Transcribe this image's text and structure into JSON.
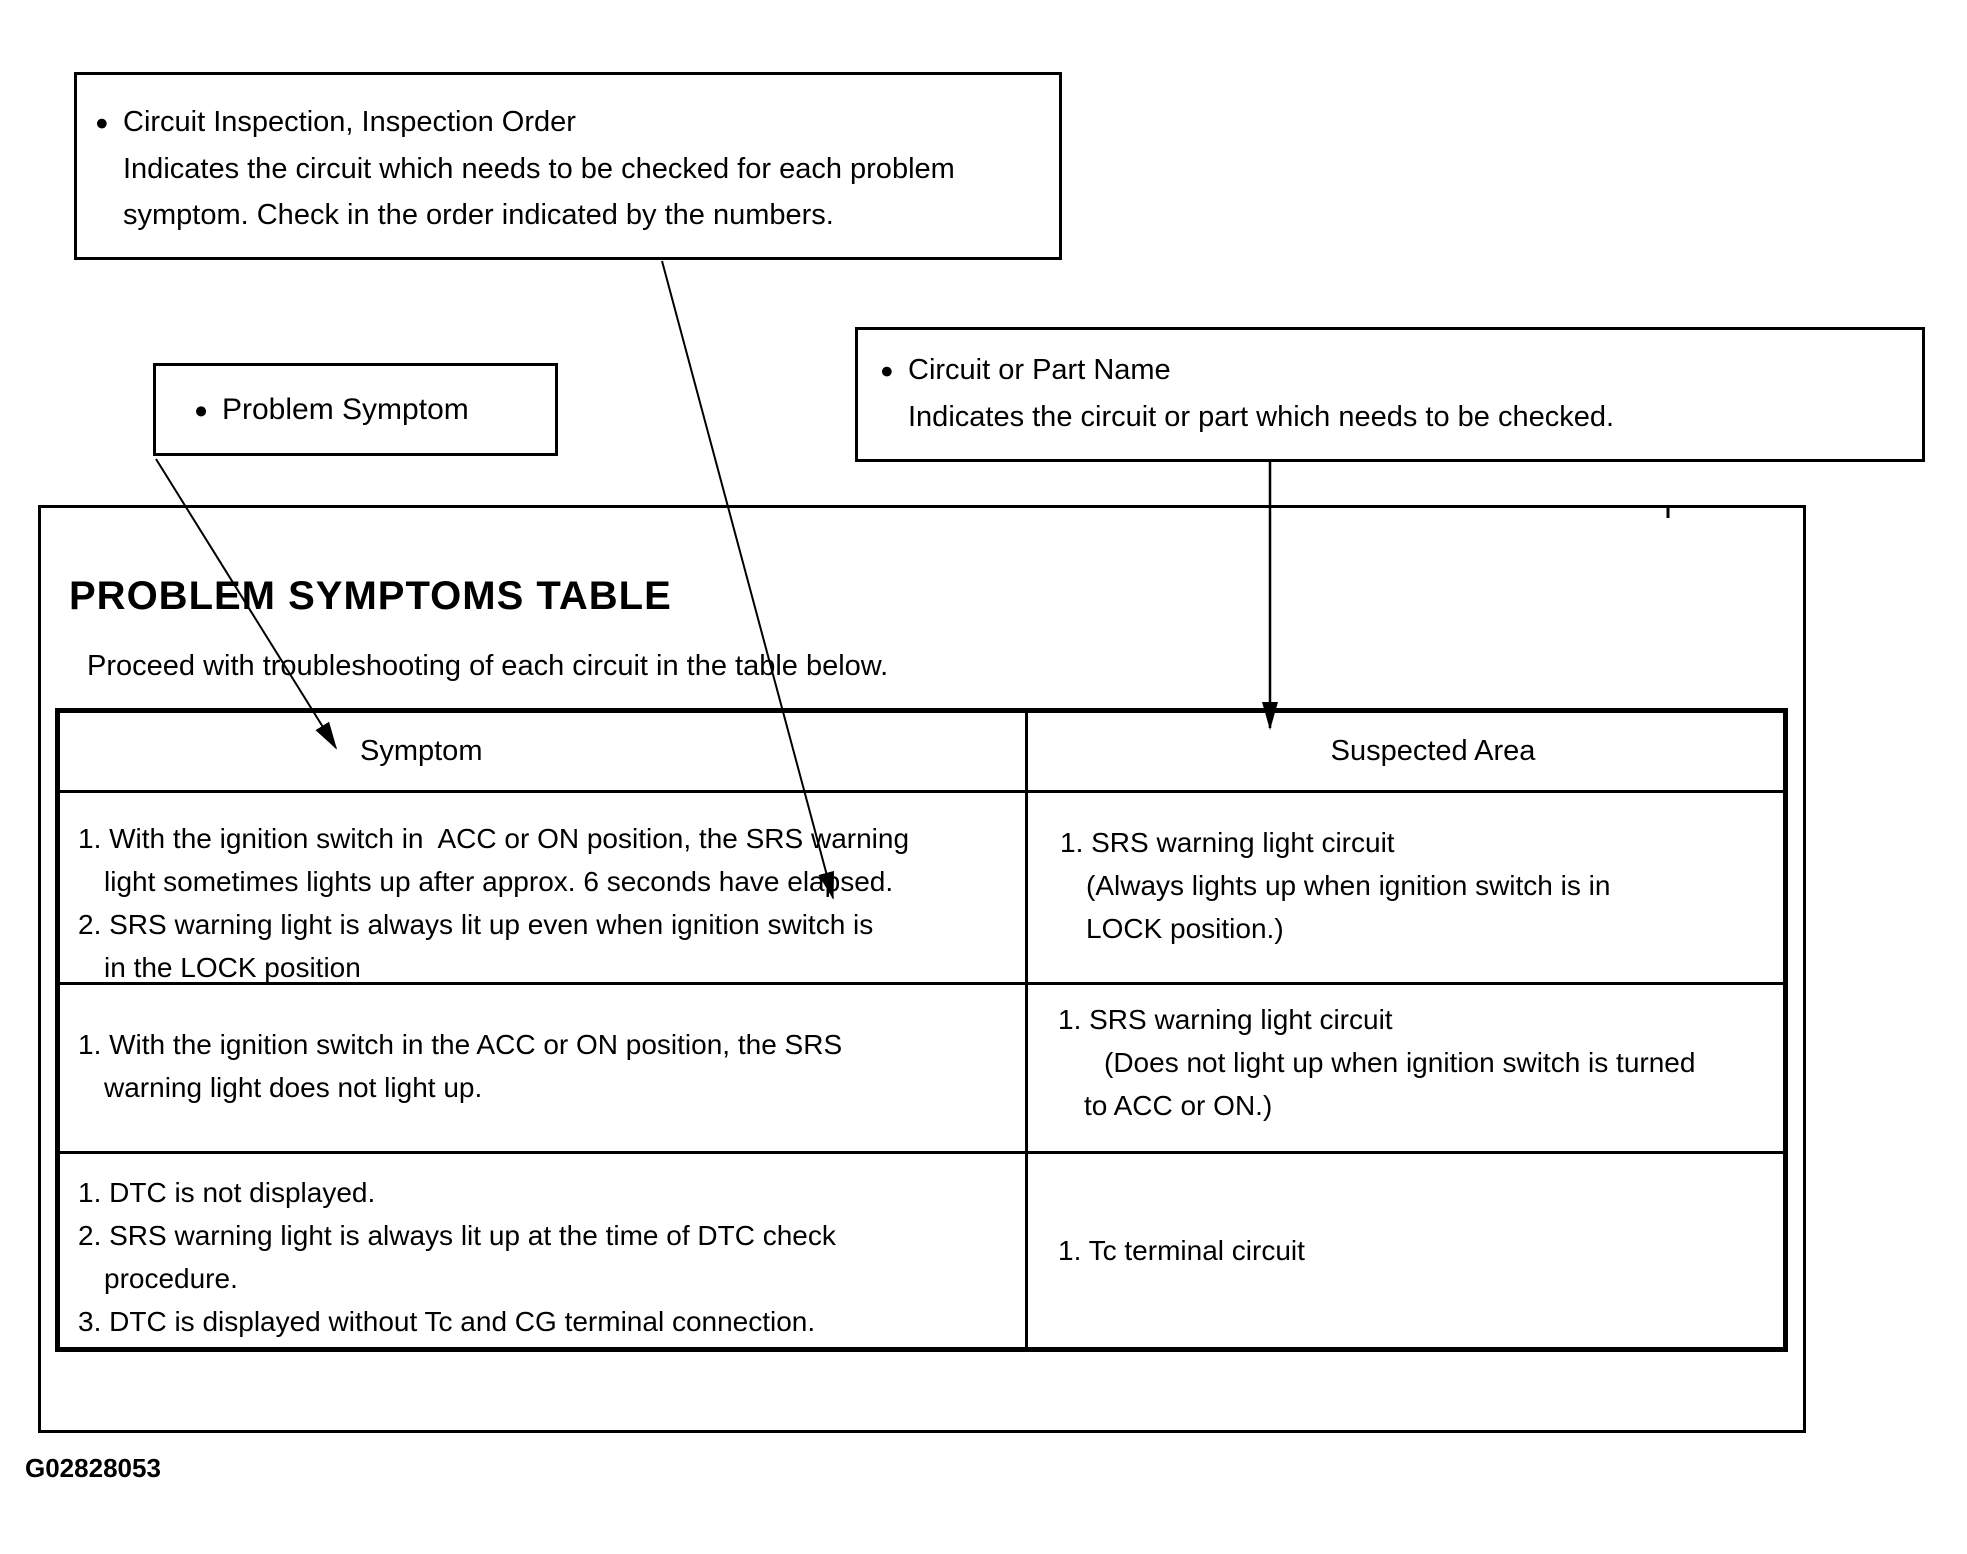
{
  "colors": {
    "ink": "#000000",
    "paper": "#ffffff"
  },
  "callouts": {
    "inspection_order": {
      "bullet": "●",
      "title": "Circuit Inspection, Inspection Order",
      "line1": "Indicates the circuit which needs to be checked for each problem",
      "line2": "symptom. Check in the order indicated by the numbers."
    },
    "problem_symptom": {
      "bullet": "●",
      "title": "Problem Symptom"
    },
    "circuit_part": {
      "bullet": "●",
      "title": "Circuit or Part Name",
      "line1": "Indicates the circuit or part which needs to be checked."
    }
  },
  "main": {
    "title": "PROBLEM SYMPTOMS TABLE",
    "subtitle": "Proceed with troubleshooting of each circuit in the table below.",
    "table": {
      "headers": {
        "symptom": "Symptom",
        "suspected": "Suspected Area"
      },
      "rows": [
        {
          "symptom_lines": [
            "1. With the ignition switch in  ACC or ON position, the SRS warning",
            "light sometimes lights up after approx. 6 seconds have elapsed.",
            "2. SRS warning light is always lit up even when ignition switch is",
            "in the LOCK position"
          ],
          "suspected_lines": [
            "1. SRS warning light circuit",
            "(Always lights up when ignition switch is in",
            "LOCK position.)"
          ]
        },
        {
          "symptom_lines": [
            "1. With the ignition switch in the ACC or ON position, the SRS",
            "warning light does not light up."
          ],
          "suspected_lines": [
            "1. SRS warning light circuit",
            "(Does not light up when ignition switch is turned",
            "to ACC or ON.)"
          ]
        },
        {
          "symptom_lines": [
            "1. DTC is not displayed.",
            "2. SRS warning light is always lit up at the time of DTC check",
            "procedure.",
            "3. DTC is displayed without Tc and CG terminal connection."
          ],
          "suspected_lines": [
            "1. Tc terminal circuit"
          ]
        }
      ]
    }
  },
  "footer": {
    "figure_code": "G02828053"
  }
}
